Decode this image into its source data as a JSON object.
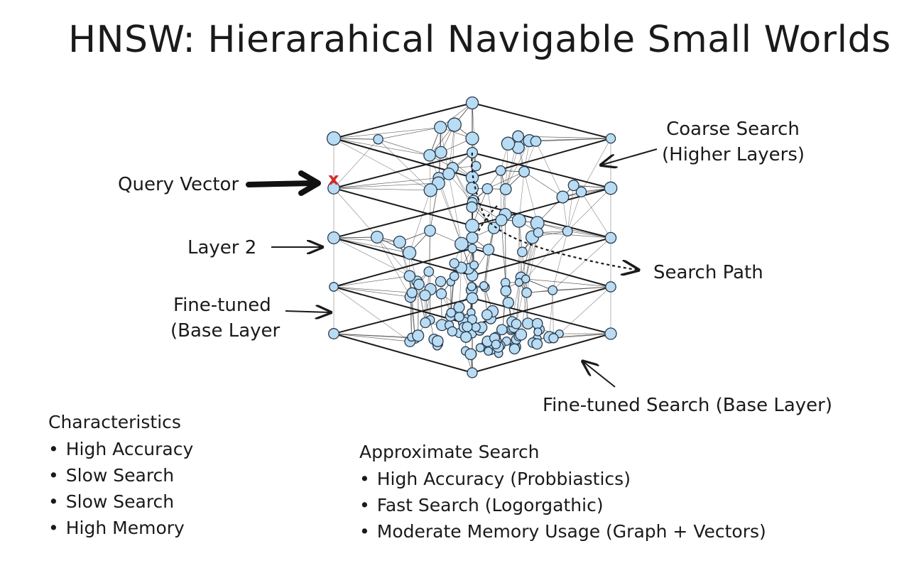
{
  "title": "HNSW: Hierarahical Navigable Small Worlds",
  "labels": {
    "query_vector": "Query Vector",
    "query_marker": "x",
    "coarse_line1": "Coarse Search",
    "coarse_line2": "(Higher Layers)",
    "layer2": "Layer 2",
    "search_path": "Search Path",
    "fine_tuned_line1": "Fine-tuned",
    "fine_tuned_line2": "(Base Layer",
    "fine_search": "Fine-tuned Search (Base Layer)"
  },
  "characteristics": {
    "heading": "Characteristics",
    "items": [
      "High Accuracy",
      "Slow Search",
      "Slow Search",
      "High Memory"
    ]
  },
  "approximate": {
    "heading": "Approximate Search",
    "items": [
      "High Accuracy (Probbiastics)",
      "Fast Search (Logorgathic)",
      "Moderate Memory Usage (Graph + Vectors)"
    ]
  },
  "colors": {
    "node_fill": "#b9dcf5",
    "node_stroke": "#2a3a4a",
    "edge": "#333333",
    "query_marker": "#d42a2a"
  }
}
